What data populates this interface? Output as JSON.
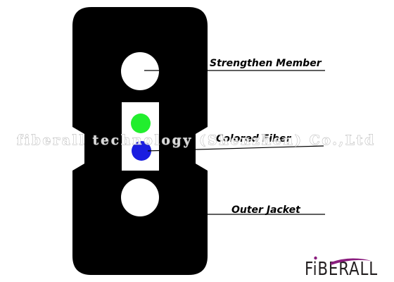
{
  "diagram": {
    "labels": {
      "strength_member": "Strengthen Member",
      "colored_fiber": "Colored Fiber",
      "outer_jacket": "Outer Jacket"
    },
    "fiber_colors": [
      "#22ee2e",
      "#1a1de0"
    ],
    "jacket_color": "#000000",
    "strength_member_color": "#ffffff"
  },
  "watermark": {
    "text": "fiberall technology (Shenzhen) Co.,Ltd"
  },
  "logo": {
    "text": "FiBERALL",
    "accent_color": "#8a1d7e"
  }
}
